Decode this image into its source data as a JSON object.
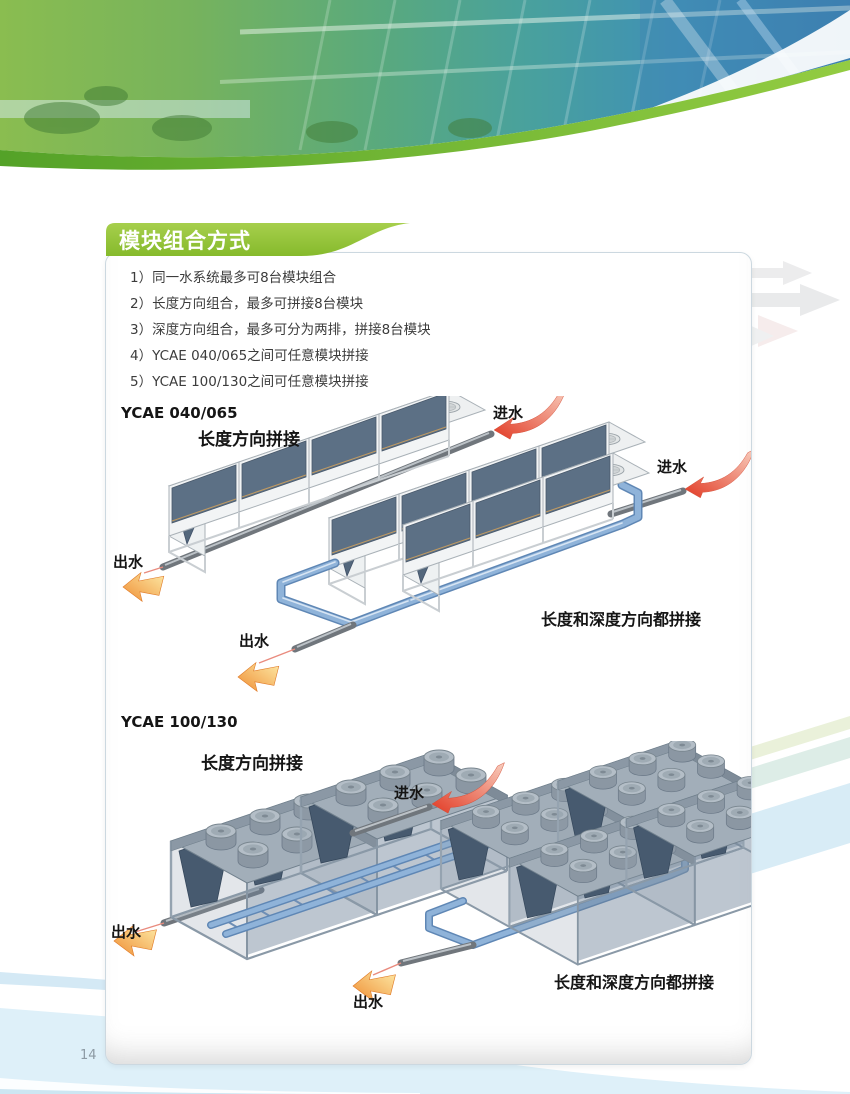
{
  "page": {
    "number": "14"
  },
  "header": {
    "tab_title": "模块组合方式"
  },
  "notes": [
    "1）同一水系统最多可8台模块组合",
    "2）长度方向组合，最多可拼接8台模块",
    "3）深度方向组合，最多可分为两排，拼接8台模块",
    "4）YCAE 040/065之间可任意模块拼接",
    "5）YCAE 100/130之间可任意模块拼接"
  ],
  "diagram_040_065": {
    "model": "YCAE 040/065",
    "label_length_join": "长度方向拼接",
    "label_length_depth_join": "长度和深度方向都拼接",
    "inlet_top": "进水",
    "inlet_right": "进水",
    "outlet_left": "出水",
    "outlet_bottom": "出水"
  },
  "diagram_100_130": {
    "model": "YCAE 100/130",
    "label_length_join": "长度方向拼接",
    "label_length_depth_join": "长度和深度方向都拼接",
    "inlet": "进水",
    "outlet_left": "出水",
    "outlet_bottom": "出水"
  },
  "colors": {
    "tab_green": "#8dc63f",
    "banner_green": "#6ab62e",
    "banner_blue": "#3a7fb0",
    "inlet_arrow_red": "#e23b25",
    "outlet_arrow_orange": "#ef8f35",
    "pipe_blue": "#8fb3d9",
    "pipe_gray": "#70767c"
  }
}
